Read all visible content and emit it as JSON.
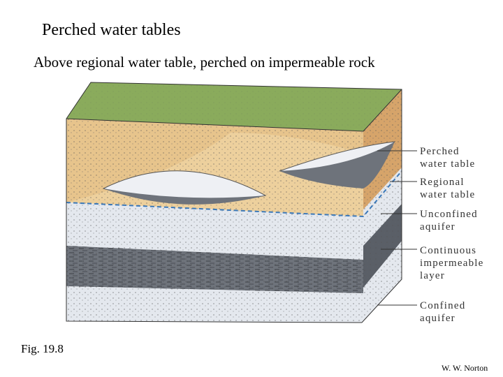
{
  "slide": {
    "title": "Perched water tables",
    "subtitle": "Above regional water table, perched on impermeable rock",
    "figure_number": "Fig. 19.8",
    "credit": "W. W. Norton"
  },
  "labels": [
    {
      "line1": "Perched",
      "line2": "water table"
    },
    {
      "line1": "Regional",
      "line2": "water table"
    },
    {
      "line1": "Unconfined",
      "line2": "aquifer"
    },
    {
      "line1": "Continuous",
      "line2": "impermeable",
      "line3": "layer"
    },
    {
      "line1": "Confined",
      "line2": "aquifer"
    }
  ],
  "colors": {
    "grass": "#8aab5c",
    "sand": "#e7c48c",
    "aquifer": "#e4e8ee",
    "impermeable": "#6e737b",
    "water_table_line": "#3b78b8"
  }
}
